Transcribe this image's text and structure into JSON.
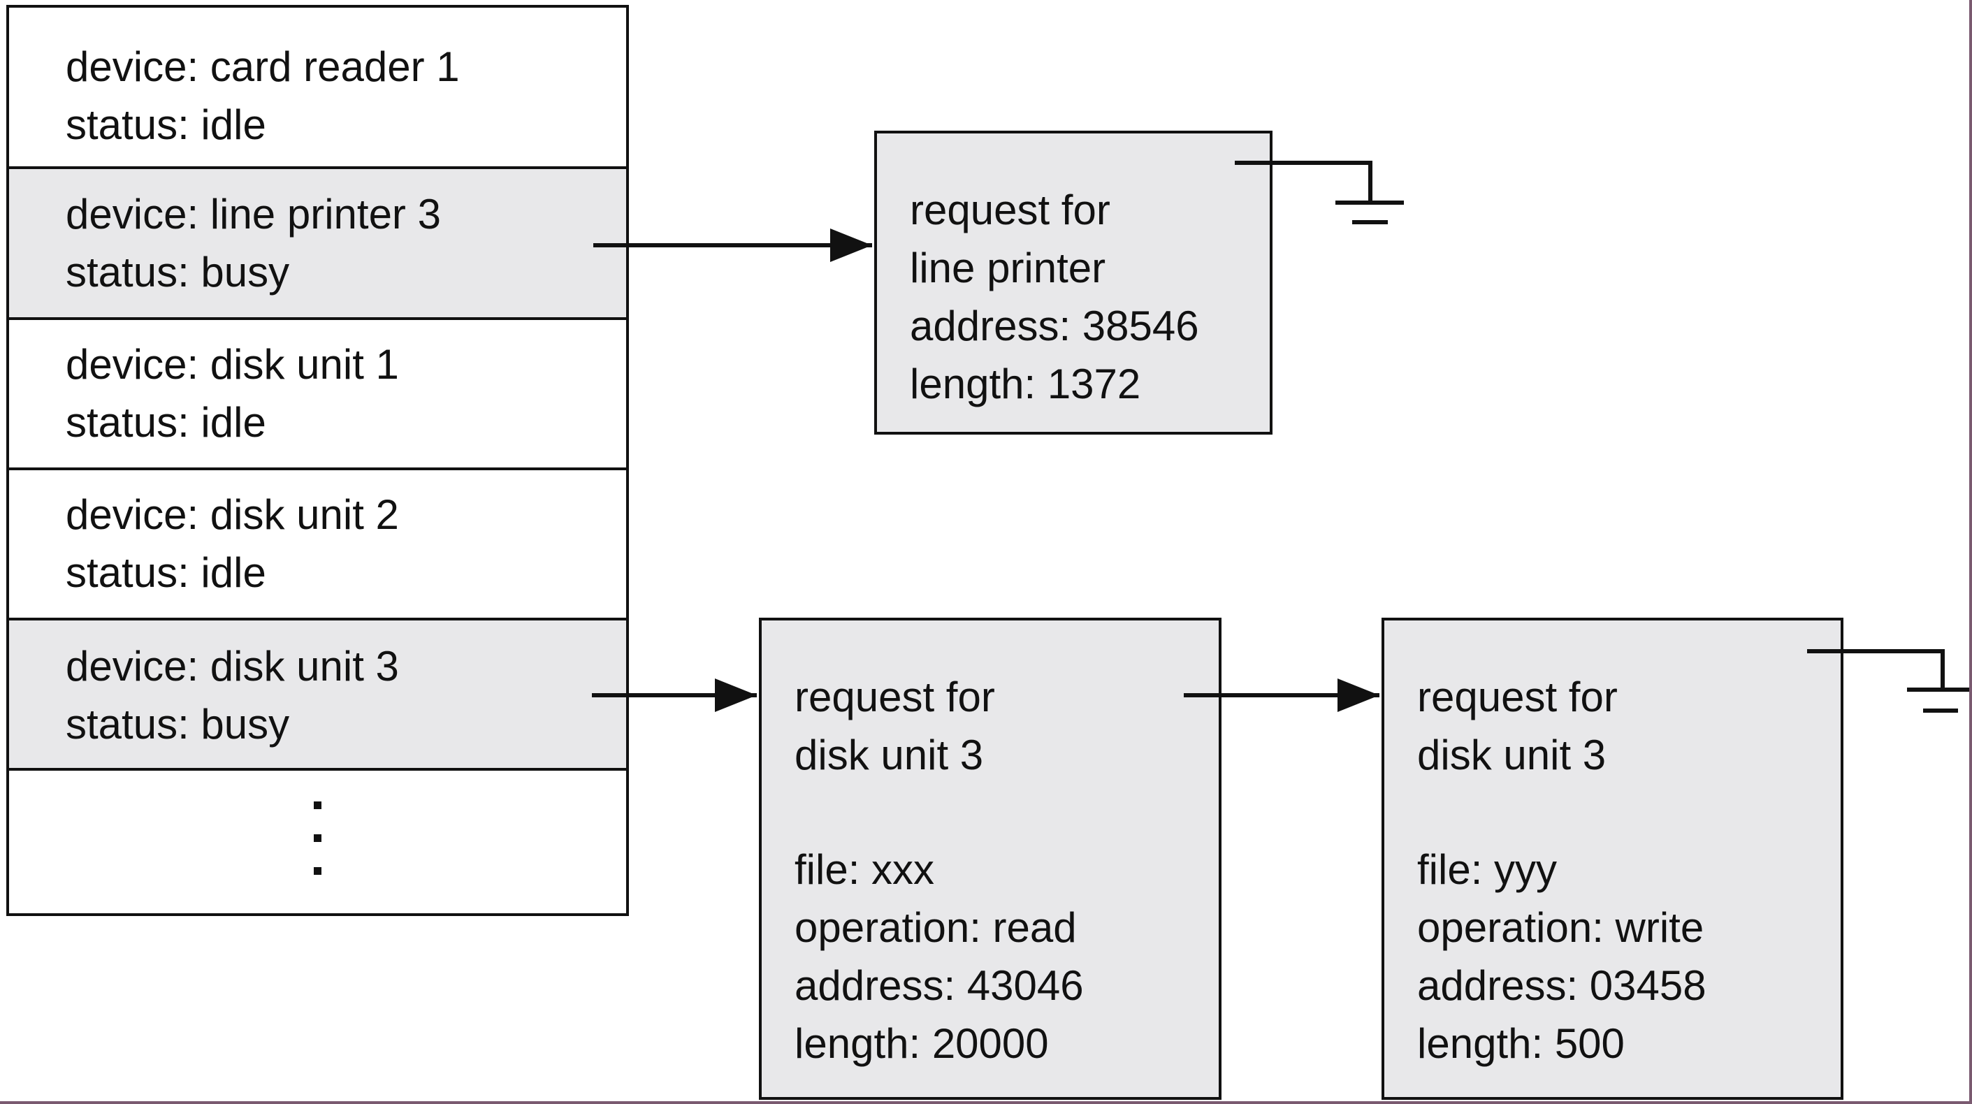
{
  "device_table": {
    "rows": [
      {
        "device": "device: card reader 1",
        "status": "status: idle",
        "busy": false
      },
      {
        "device": "device: line printer 3",
        "status": "status: busy",
        "busy": true
      },
      {
        "device": "device: disk unit 1",
        "status": "status: idle",
        "busy": false
      },
      {
        "device": "device: disk unit 2",
        "status": "status: idle",
        "busy": false
      },
      {
        "device": "device: disk unit 3",
        "status": "status: busy",
        "busy": true
      }
    ]
  },
  "requests": {
    "printer": {
      "lines": [
        "request for",
        "line printer",
        "address: 38546",
        "length: 1372"
      ]
    },
    "disk_first": {
      "lines": [
        "request for",
        "disk unit 3",
        "",
        "file: xxx",
        "operation: read",
        "address: 43046",
        "length: 20000"
      ]
    },
    "disk_second": {
      "lines": [
        "request for",
        "disk unit 3",
        "",
        "file: yyy",
        "operation: write",
        "address: 03458",
        "length: 500"
      ]
    }
  },
  "colors": {
    "busy_fill": "#e8e8ea",
    "frame_border": "#7a5a70"
  }
}
